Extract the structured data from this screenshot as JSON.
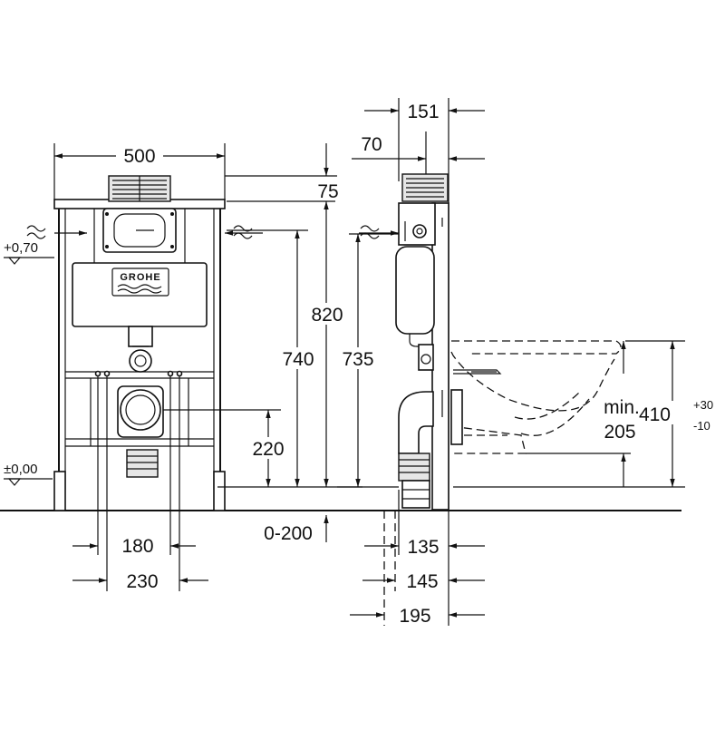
{
  "front_view": {
    "width_label": "500",
    "height_820_label": "820",
    "height_740_label": "740",
    "height_220_label": "220",
    "spacing_180_label": "180",
    "spacing_230_label": "230",
    "adjust_label": "0-200",
    "level_top_label": "+0,70",
    "level_floor_label": "±0,00",
    "logo_text": "GROHE"
  },
  "side_view": {
    "depth_151_label": "151",
    "depth_70_label": "70",
    "offset_75_label": "75",
    "height_735_label": "735",
    "depth_135_label": "135",
    "depth_145_label": "145",
    "depth_195_label": "195",
    "min_label": "min.",
    "min_value_label": "205",
    "bowl_height_label": "410",
    "tol_plus_label": "+30",
    "tol_minus_label": "-10"
  }
}
